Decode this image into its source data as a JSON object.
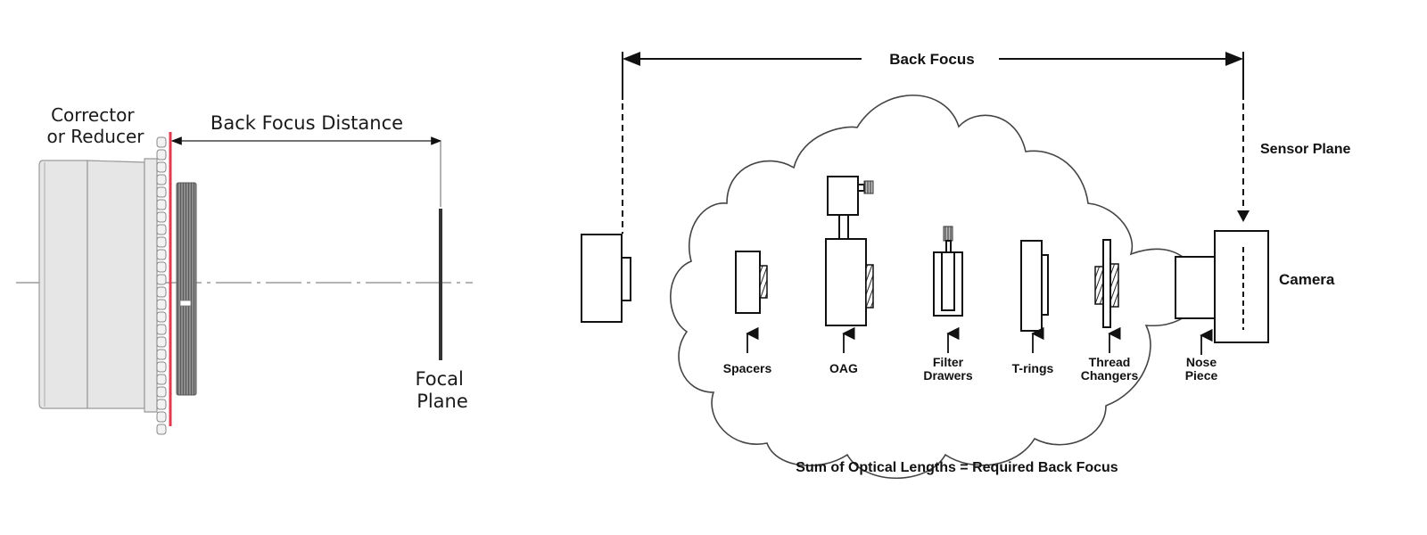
{
  "left_diagram": {
    "corrector_label_line1": "Corrector",
    "corrector_label_line2": "or Reducer",
    "back_focus_label": "Back Focus Distance",
    "focal_plane_line1": "Focal",
    "focal_plane_line2": "Plane",
    "colors": {
      "reference_plane": "#e23a4e",
      "body_fill": "#e4e4e4",
      "thread_fill": "#8a8a8a"
    }
  },
  "right_diagram": {
    "back_focus_label": "Back Focus",
    "sensor_plane_label": "Sensor Plane",
    "camera_label": "Camera",
    "components": [
      {
        "name": "spacers",
        "line1": "Spacers",
        "line2": ""
      },
      {
        "name": "oag",
        "line1": "OAG",
        "line2": ""
      },
      {
        "name": "filter-drawers",
        "line1": "Filter",
        "line2": "Drawers"
      },
      {
        "name": "t-rings",
        "line1": "T-rings",
        "line2": ""
      },
      {
        "name": "thread-changers",
        "line1": "Thread",
        "line2": "Changers"
      },
      {
        "name": "nose-piece",
        "line1": "Nose",
        "line2": "Piece"
      }
    ],
    "caption": "Sum of Optical Lengths = Required Back Focus"
  }
}
